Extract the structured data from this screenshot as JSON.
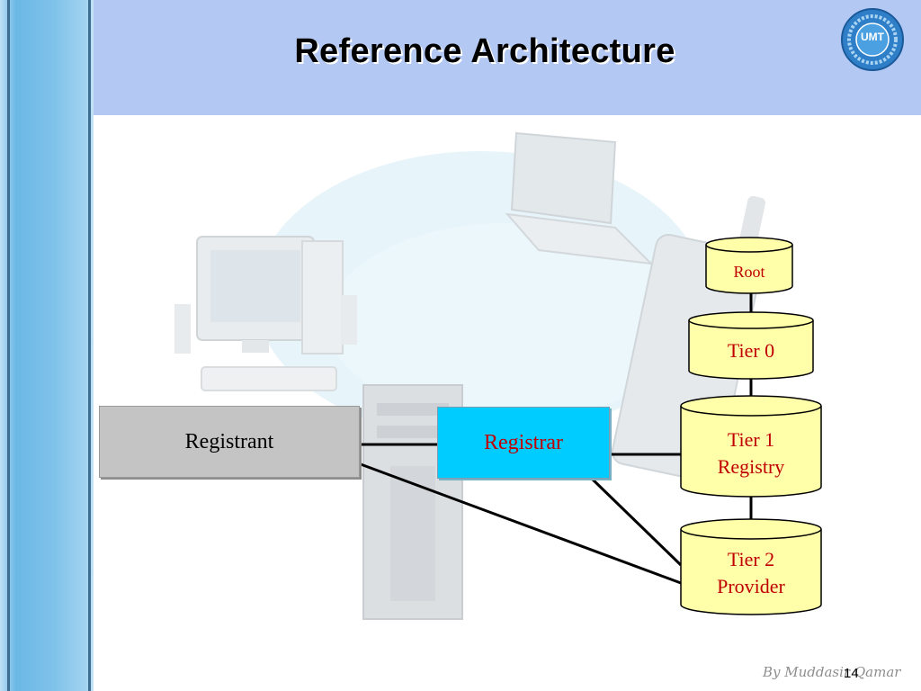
{
  "slide": {
    "title": "Reference Architecture",
    "logo_text": "UMT",
    "footer_author": "By Muddasir Qamar",
    "page_number": "14"
  },
  "diagram": {
    "registrant": "Registrant",
    "registrar": "Registrar",
    "root": "Root",
    "tier0": "Tier 0",
    "tier1_line1": "Tier 1",
    "tier1_line2": "Registry",
    "tier2_line1": "Tier 2",
    "tier2_line2": "Provider"
  },
  "colors": {
    "header_band": "#b3c8f2",
    "left_bar": "#7fc2ea",
    "registrant_fill": "#c4c4c4",
    "registrar_fill": "#00ccff",
    "cylinder_fill": "#ffffaa",
    "label_red": "#c00000",
    "connector": "#000000"
  }
}
